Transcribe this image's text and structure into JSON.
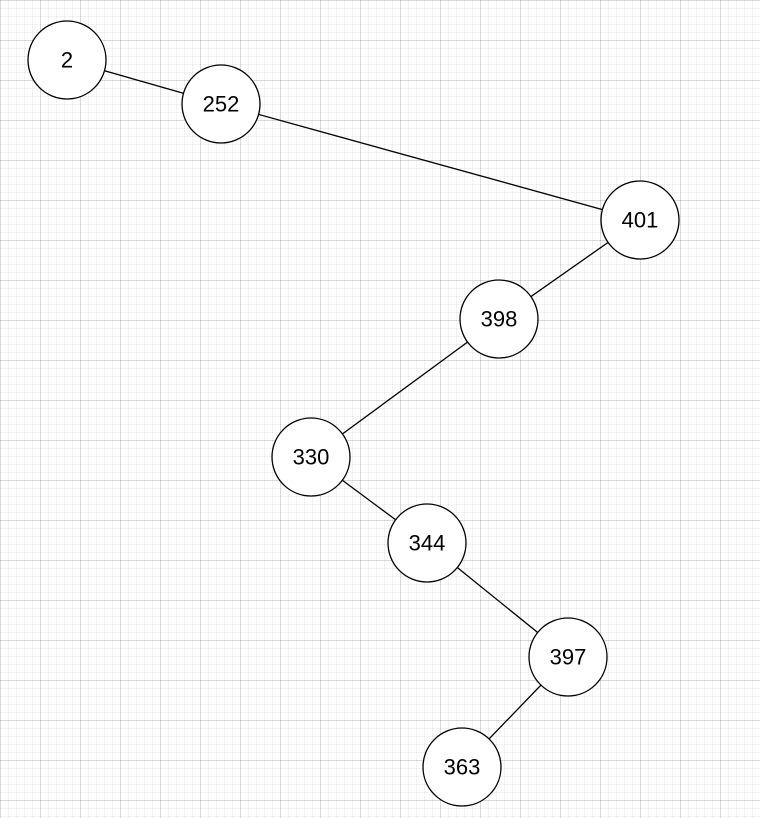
{
  "diagram": {
    "type": "binary-search-tree",
    "nodes": [
      {
        "id": "n2",
        "label": "2"
      },
      {
        "id": "n252",
        "label": "252"
      },
      {
        "id": "n401",
        "label": "401"
      },
      {
        "id": "n398",
        "label": "398"
      },
      {
        "id": "n330",
        "label": "330"
      },
      {
        "id": "n344",
        "label": "344"
      },
      {
        "id": "n397",
        "label": "397"
      },
      {
        "id": "n363",
        "label": "363"
      }
    ],
    "edges": [
      {
        "from": "n2",
        "to": "n252"
      },
      {
        "from": "n252",
        "to": "n401"
      },
      {
        "from": "n401",
        "to": "n398"
      },
      {
        "from": "n398",
        "to": "n330"
      },
      {
        "from": "n330",
        "to": "n344"
      },
      {
        "from": "n344",
        "to": "n397"
      },
      {
        "from": "n397",
        "to": "n363"
      }
    ]
  },
  "colors": {
    "node_fill": "#ffffff",
    "stroke": "#000000",
    "text": "#000000"
  }
}
